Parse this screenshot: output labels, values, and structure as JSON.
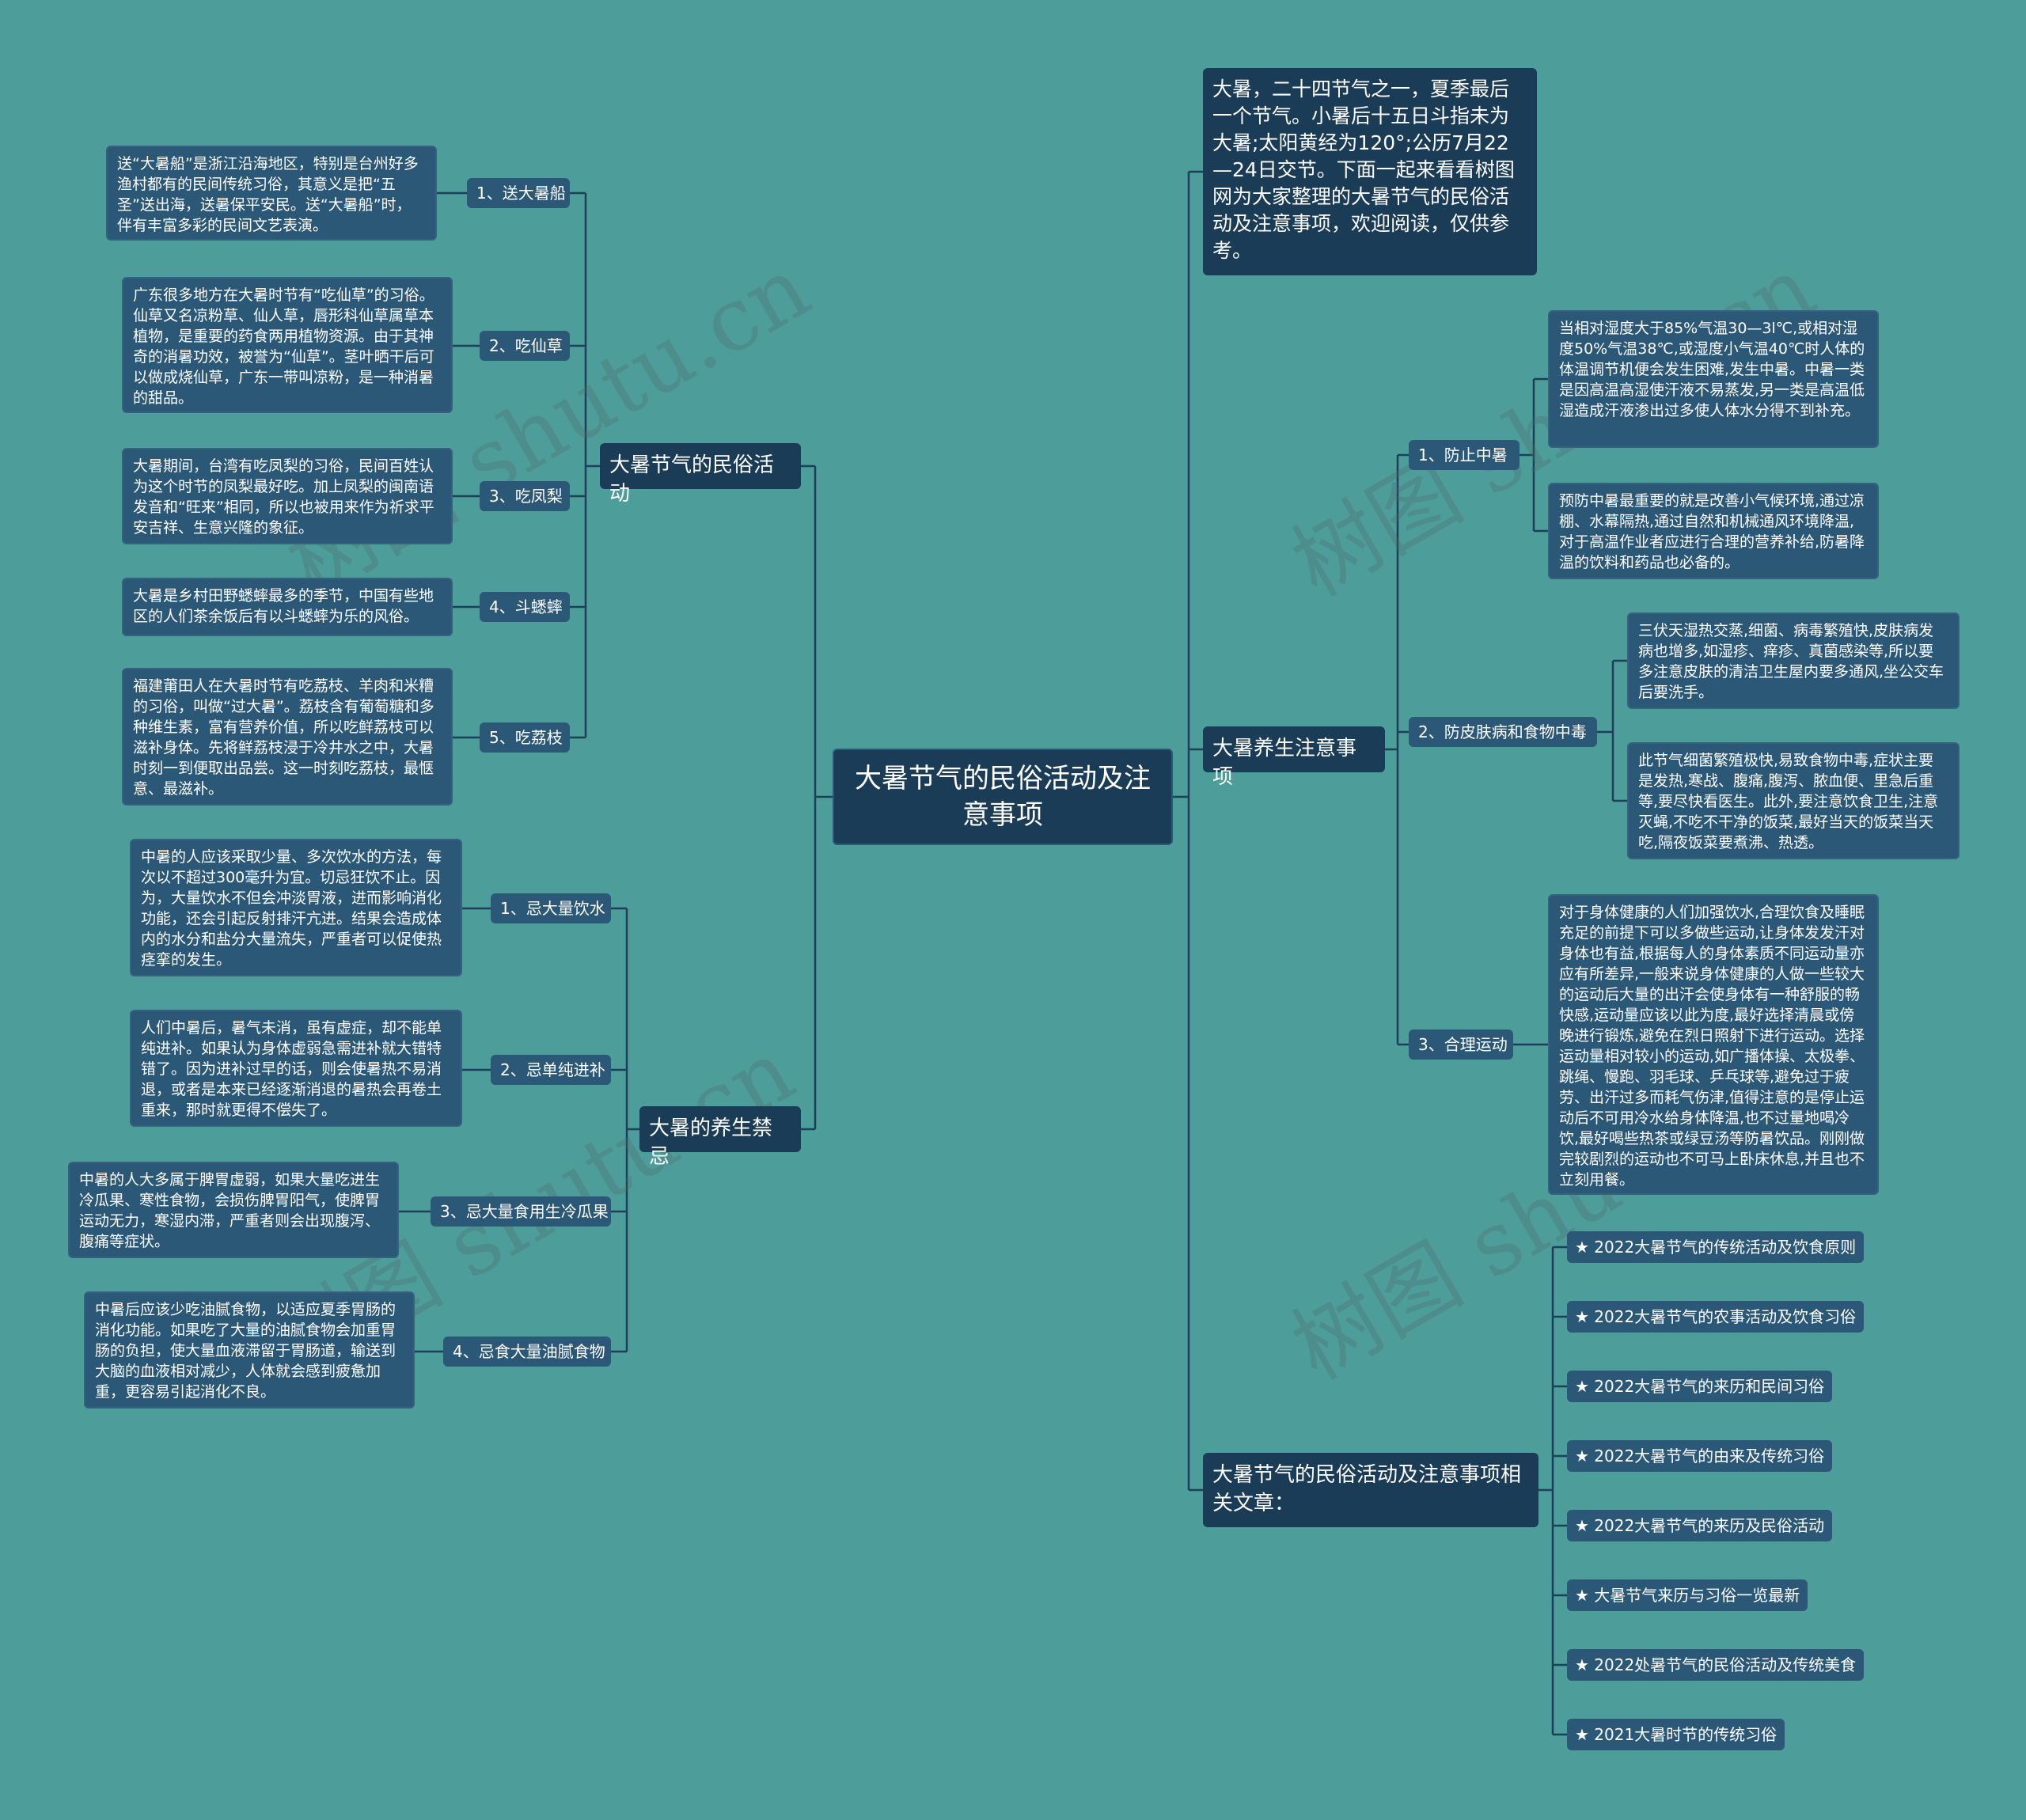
{
  "root": {
    "title": "大暑节气的民俗活动及注意事项"
  },
  "intro": {
    "text": "大暑，二十四节气之一，夏季最后一个节气。小暑后十五日斗指未为大暑;太阳黄经为120°;公历7月22—24日交节。下面一起来看看树图网为大家整理的大暑节气的民俗活动及注意事项，欢迎阅读，仅供参考。"
  },
  "customs": {
    "title": "大暑节气的民俗活动",
    "items": [
      {
        "label": "1、送大暑船",
        "text": "送“大暑船”是浙江沿海地区，特别是台州好多渔村都有的民间传统习俗，其意义是把“五圣”送出海，送暑保平安民。送“大暑船”时，伴有丰富多彩的民间文艺表演。"
      },
      {
        "label": "2、吃仙草",
        "text": "广东很多地方在大暑时节有“吃仙草”的习俗。仙草又名凉粉草、仙人草，唇形科仙草属草本植物，是重要的药食两用植物资源。由于其神奇的消暑功效，被誉为“仙草”。茎叶晒干后可以做成烧仙草，广东一带叫凉粉，是一种消暑的甜品。"
      },
      {
        "label": "3、吃凤梨",
        "text": "大暑期间，台湾有吃凤梨的习俗，民间百姓认为这个时节的凤梨最好吃。加上凤梨的闽南语发音和“旺来”相同，所以也被用来作为祈求平安吉祥、生意兴隆的象征。"
      },
      {
        "label": "4、斗蟋蟀",
        "text": "大暑是乡村田野蟋蟀最多的季节，中国有些地区的人们茶余饭后有以斗蟋蟀为乐的风俗。"
      },
      {
        "label": "5、吃荔枝",
        "text": "福建莆田人在大暑时节有吃荔枝、羊肉和米糟的习俗，叫做“过大暑”。荔枝含有葡萄糖和多种维生素，富有营养价值，所以吃鲜荔枝可以滋补身体。先将鲜荔枝浸于冷井水之中，大暑时刻一到便取出品尝。这一时刻吃荔枝，最惬意、最滋补。"
      }
    ]
  },
  "taboos": {
    "title": "大暑的养生禁忌",
    "items": [
      {
        "label": "1、忌大量饮水",
        "text": "中暑的人应该采取少量、多次饮水的方法，每次以不超过300毫升为宜。切忌狂饮不止。因为，大量饮水不但会冲淡胃液，进而影响消化功能，还会引起反射排汗亢进。结果会造成体内的水分和盐分大量流失，严重者可以促使热痉挛的发生。"
      },
      {
        "label": "2、忌单纯进补",
        "text": "人们中暑后，暑气未消，虽有虚症，却不能单纯进补。如果认为身体虚弱急需进补就大错特错了。因为进补过早的话，则会使暑热不易消退，或者是本来已经逐渐消退的暑热会再卷土重来，那时就更得不偿失了。"
      },
      {
        "label": "3、忌大量食用生冷瓜果",
        "text": "中暑的人大多属于脾胃虚弱，如果大量吃进生冷瓜果、寒性食物，会损伤脾胃阳气，使脾胃运动无力，寒湿内滞，严重者则会出现腹泻、腹痛等症状。"
      },
      {
        "label": "4、忌食大量油腻食物",
        "text": "中暑后应该少吃油腻食物，以适应夏季胃肠的消化功能。如果吃了大量的油腻食物会加重胃肠的负担，使大量血液滞留于胃肠道，输送到大脑的血液相对减少，人体就会感到疲惫加重，更容易引起消化不良。"
      }
    ]
  },
  "health": {
    "title": "大暑养生注意事项",
    "items": [
      {
        "label": "1、防止中暑",
        "texts": [
          "当相对湿度大于85%气温30—3l℃,或相对湿度50%气温38℃,或湿度小气温40℃时人体的体温调节机便会发生困难,发生中暑。中暑一类是因高温高湿使汗液不易蒸发,另一类是高温低湿造成汗液渗出过多使人体水分得不到补充。",
          "预防中暑最重要的就是改善小气候环境,通过凉棚、水幕隔热,通过自然和机械通风环境降温,对于高温作业者应进行合理的营养补给,防暑降温的饮料和药品也必备的。"
        ]
      },
      {
        "label": "2、防皮肤病和食物中毒",
        "texts": [
          "三伏天湿热交蒸,细菌、病毒繁殖快,皮肤病发病也增多,如湿疹、痒疹、真菌感染等,所以要多注意皮肤的清洁卫生屋内要多通风,坐公交车后要洗手。",
          "此节气细菌繁殖极快,易致食物中毒,症状主要是发热,寒战、腹痛,腹泻、脓血便、里急后重等,要尽快看医生。此外,要注意饮食卫生,注意灭蝇,不吃不干净的饭菜,最好当天的饭菜当天吃,隔夜饭菜要煮沸、热透。"
        ]
      },
      {
        "label": "3、合理运动",
        "texts": [
          "对于身体健康的人们加强饮水,合理饮食及睡眠充足的前提下可以多做些运动,让身体发发汗对身体也有益,根据每人的身体素质不同运动量亦应有所差异,一般来说身体健康的人做一些较大的运动后大量的出汗会使身体有一种舒服的畅快感,运动量应该以此为度,最好选择清晨或傍晚进行锻炼,避免在烈日照射下进行运动。选择运动量相对较小的运动,如广播体操、太极拳、跳绳、慢跑、羽毛球、乒乓球等,避免过于疲劳、出汗过多而耗气伤津,值得注意的是停止运动后不可用冷水给身体降温,也不过量地喝冷饮,最好喝些热茶或绿豆汤等防暑饮品。刚刚做完较剧烈的运动也不可马上卧床休息,并且也不立刻用餐。"
        ]
      }
    ]
  },
  "related": {
    "title": "大暑节气的民俗活动及注意事项相关文章：",
    "items": [
      "★ 2022大暑节气的传统活动及饮食原则",
      "★ 2022大暑节气的农事活动及饮食习俗",
      "★ 2022大暑节气的来历和民间习俗",
      "★ 2022大暑节气的由来及传统习俗",
      "★ 2022大暑节气的来历及民俗活动",
      "★ 大暑节气来历与习俗一览最新",
      "★ 2022处暑节气的民俗活动及传统美食",
      "★ 2021大暑时节的传统习俗"
    ]
  },
  "watermarks": [
    "树图 shutu.cn",
    "树图 shutu.cn",
    "树图 shutu.cn",
    "树图 shutu.cn"
  ],
  "colors": {
    "background": "#4d9d9b",
    "dark_node": "#1b3c57",
    "light_node": "#2c5878",
    "line": "#1e3f5a"
  }
}
